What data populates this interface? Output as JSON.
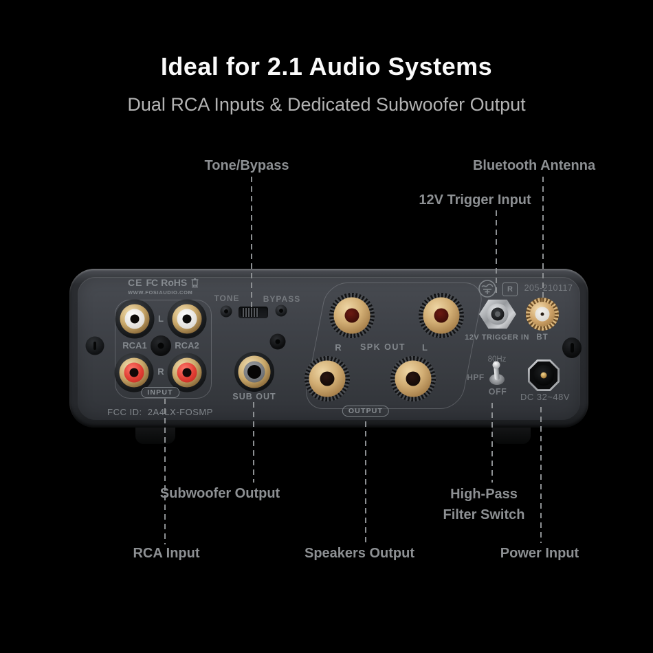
{
  "header": {
    "title": "Ideal for 2.1 Audio Systems",
    "subtitle": "Dual RCA Inputs & Dedicated Subwoofer Output"
  },
  "callouts": {
    "tone_bypass": "Tone/Bypass",
    "bluetooth_antenna": "Bluetooth Antenna",
    "trigger_input": "12V Trigger Input",
    "subwoofer_output": "Subwoofer Output",
    "high_pass_line1": "High-Pass",
    "high_pass_line2": "Filter Switch",
    "rca_input": "RCA Input",
    "speakers_output": "Speakers Output",
    "power_input": "Power Input"
  },
  "panel": {
    "cert_ce": "CE",
    "cert_fcc": "FC",
    "cert_rohs": "RoHS",
    "website": "WWW.FOSIAUDIO.COM",
    "tone_label": "TONE",
    "bypass_label": "BYPASS",
    "left_channel": "L",
    "right_channel": "R",
    "rca1_label": "RCA1",
    "rca2_label": "RCA2",
    "input_badge": "INPUT",
    "fcc_id": "FCC ID:  2A4LX-FOSMP",
    "sub_out_label": "SUB OUT",
    "spk_r": "R",
    "spk_out_label": "SPK OUT",
    "spk_l": "L",
    "output_badge": "OUTPUT",
    "r_mark": "R",
    "serial_number": "205-210117",
    "trigger_label": "12V TRIGGER IN",
    "bt_label": "BT",
    "hpf_freq": "80Hz",
    "hpf_label": "HPF",
    "hpf_off": "OFF",
    "dc_label": "DC 32~48V"
  },
  "icons": {
    "weee_bin": "crossed-out-wheelie-bin",
    "giteki": "japan-giteki-certification-mark"
  },
  "colors": {
    "background": "#000000",
    "title": "#fafafa",
    "subtitle": "#b3b3b3",
    "callout_text": "#8d9093",
    "panel_face": "#3f4248",
    "panel_text": "#868b90",
    "gold_connector": "#cfa368",
    "rca_red": "#e03c32",
    "rca_white": "#f2f0ec",
    "silver": "#c0c3c7"
  }
}
